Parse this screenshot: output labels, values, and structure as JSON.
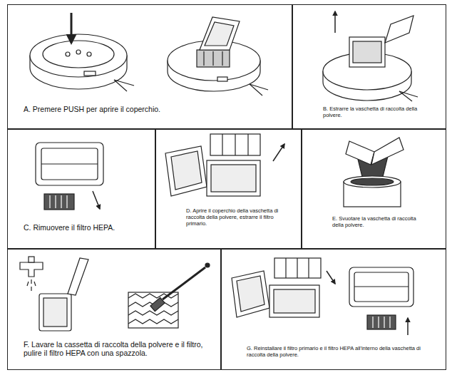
{
  "diagram": {
    "nodes": [
      {
        "text": [
          "A. Premere PUSH per aprire il coperchio."
        ]
      },
      {
        "text": [
          "B. Estrarre la vaschetta di raccolta della polvere."
        ]
      },
      {
        "text": [
          "C. Rimuovere il filtro HEPA."
        ]
      },
      {
        "text": [
          "D. Aprire il coperchio della vaschetta di raccolta della polvere, estrarre il filtro primario."
        ]
      },
      {
        "text": [
          "E. Svuotare la vaschetta di raccolta della polvere."
        ]
      },
      {
        "text": [
          "F. Lavare la cassetta di raccolta della polvere e il filtro, pulire il filtro HEPA con una spazzola."
        ]
      },
      {
        "text": [
          "G. Reinstallare il filtro primario e il filtro HEPA all'interno della vaschetta di raccolta della polvere."
        ]
      }
    ]
  }
}
